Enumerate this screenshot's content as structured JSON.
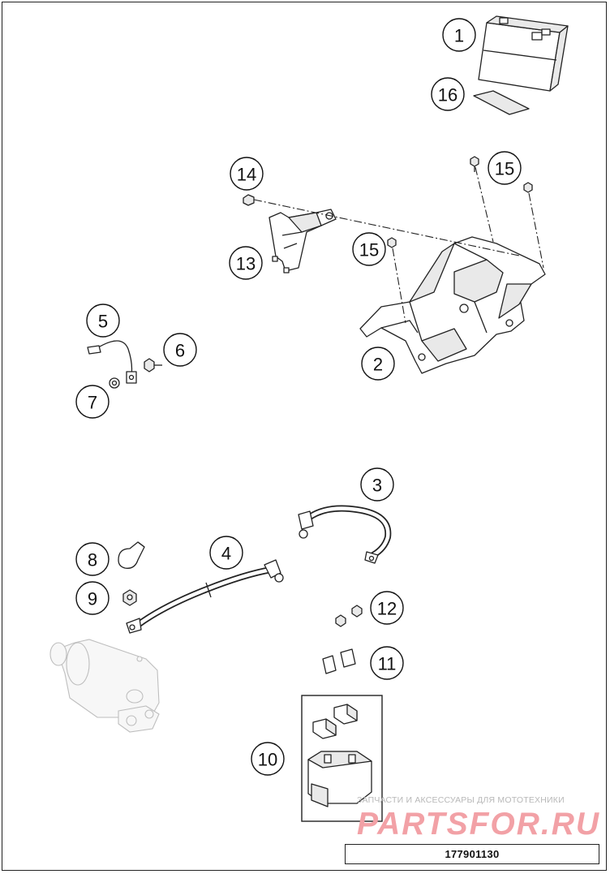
{
  "callouts": {
    "c1": "1",
    "c16": "16",
    "c14": "14",
    "c15a": "15",
    "c15b": "15",
    "c13": "13",
    "c5": "5",
    "c6": "6",
    "c7": "7",
    "c2": "2",
    "c3": "3",
    "c4": "4",
    "c8": "8",
    "c9": "9",
    "c12": "12",
    "c11": "11",
    "c10": "10"
  },
  "watermark": {
    "tagline": "ЗАПЧАСТИ И АКСЕССУАРЫ ДЛЯ МОТОТЕХНИКИ",
    "logo": "PARTSFOR.RU"
  },
  "document_number": "177901130",
  "colors": {
    "line": "#222222",
    "watermark": "#f2a1a6"
  }
}
